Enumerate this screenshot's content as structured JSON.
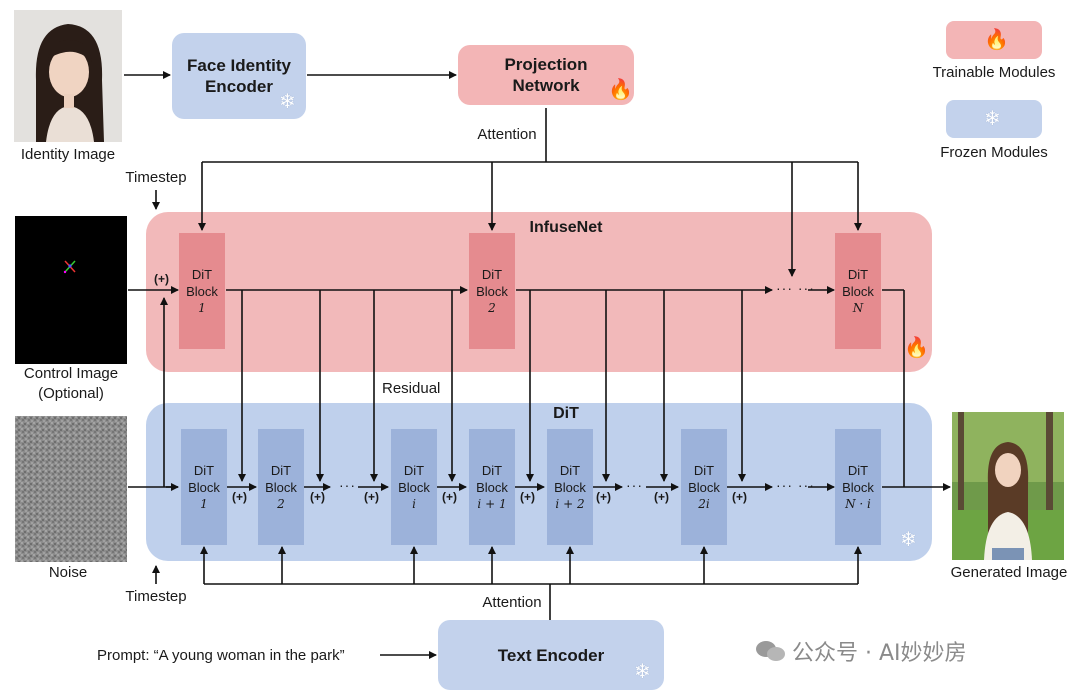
{
  "identity": {
    "label": "Identity Image"
  },
  "face_encoder": {
    "line1": "Face Identity",
    "line2": "Encoder"
  },
  "projection": {
    "line1": "Projection",
    "line2": "Network"
  },
  "legend": {
    "trainable": "Trainable Modules",
    "frozen": "Frozen Modules"
  },
  "labels": {
    "attention_top": "Attention",
    "timestep_top": "Timestep",
    "timestep_bottom": "Timestep",
    "residual": "Residual",
    "attention_bottom": "Attention",
    "prompt": "Prompt: “A young woman in the park”",
    "generated": "Generated Image",
    "noise": "Noise",
    "control1": "Control Image",
    "control2": "(Optional)",
    "plus": "(+)",
    "dots": "··· ···",
    "dots_short": "···"
  },
  "infusenet": {
    "title": "InfuseNet",
    "blocks": [
      {
        "l1": "DiT",
        "l2": "Block",
        "idx": "1"
      },
      {
        "l1": "DiT",
        "l2": "Block",
        "idx": "2"
      },
      {
        "l1": "DiT",
        "l2": "Block",
        "idx": "N"
      }
    ]
  },
  "dit": {
    "title": "DiT",
    "blocks": [
      {
        "l1": "DiT",
        "l2": "Block",
        "idx": "1"
      },
      {
        "l1": "DiT",
        "l2": "Block",
        "idx": "2"
      },
      {
        "l1": "DiT",
        "l2": "Block",
        "idx": "i"
      },
      {
        "l1": "DiT",
        "l2": "Block",
        "idx": "i + 1"
      },
      {
        "l1": "DiT",
        "l2": "Block",
        "idx": "i + 2"
      },
      {
        "l1": "DiT",
        "l2": "Block",
        "idx": "2i"
      },
      {
        "l1": "DiT",
        "l2": "Block",
        "idx": "N · i"
      }
    ]
  },
  "text_encoder": {
    "label": "Text Encoder"
  },
  "watermark": {
    "text": "公众号 · AI妙妙房"
  },
  "icons": {
    "fire": "fire-icon",
    "snow": "snowflake-icon"
  },
  "colors": {
    "trainable": "#f3b5b6",
    "frozen": "#c3d2ec",
    "trainable_block": "#e58b8f",
    "frozen_block": "#9cb2da"
  }
}
